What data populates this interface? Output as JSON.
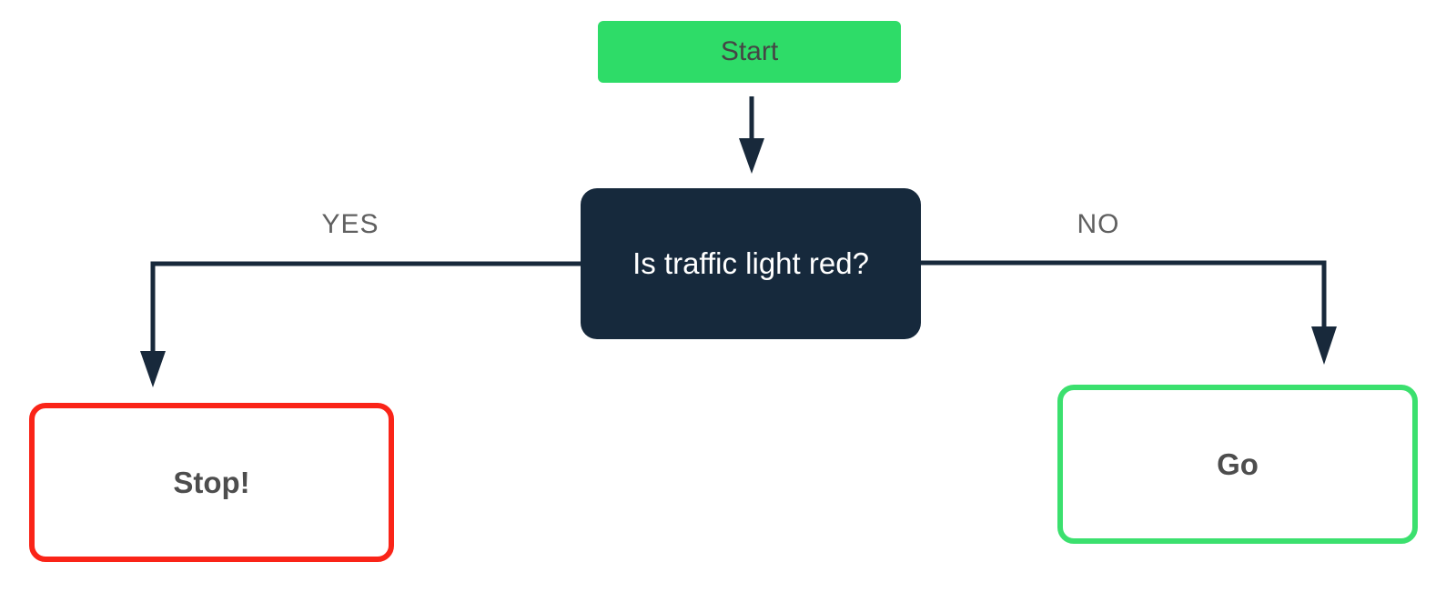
{
  "flowchart": {
    "nodes": {
      "start": {
        "label": "Start",
        "fill": "#2edc68",
        "text_color": "#454545"
      },
      "question": {
        "label": "Is traffic light red?",
        "fill": "#16293c",
        "text_color": "#ffffff"
      },
      "stop": {
        "label": "Stop!",
        "border_color": "#fa2418",
        "fill": "#ffffff",
        "text_color": "#4d4d4d"
      },
      "go": {
        "label": "Go",
        "border_color": "#3be06e",
        "fill": "#ffffff",
        "text_color": "#4d4d4d"
      }
    },
    "edges": {
      "yes": {
        "label": "YES",
        "from": "question",
        "to": "stop"
      },
      "no": {
        "label": "NO",
        "from": "question",
        "to": "go"
      },
      "start_to_question": {
        "label": "",
        "from": "start",
        "to": "question"
      }
    },
    "style": {
      "connector_color": "#18293b",
      "edge_label_color": "#606060",
      "background": "#ffffff"
    }
  }
}
